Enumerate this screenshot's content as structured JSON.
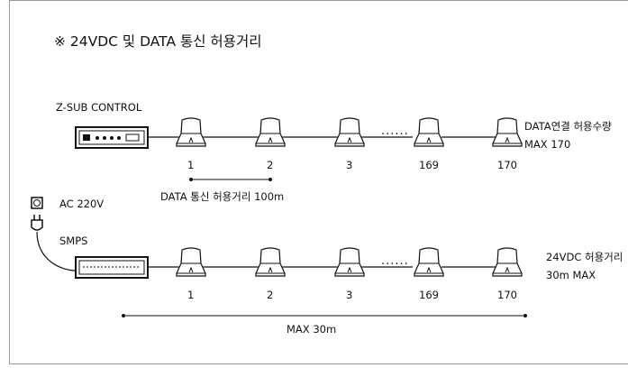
{
  "title": "※ 24VDC 및 DATA 통신 허용거리",
  "top_row": {
    "controller_label": "Z-SUB CONTROL",
    "units": [
      "1",
      "2",
      "3",
      "169",
      "170"
    ],
    "ellipsis": "······",
    "right_label_1": "DATA연결 허용수량",
    "right_label_2": "MAX 170",
    "span_label": "DATA 통신 허용거리 100m"
  },
  "power": {
    "ac_label": "AC 220V",
    "smps_label": "SMPS"
  },
  "bottom_row": {
    "units": [
      "1",
      "2",
      "3",
      "169",
      "170"
    ],
    "ellipsis": "······",
    "right_label_1": "24VDC 허용거리",
    "right_label_2": "30m MAX",
    "span_label": "MAX 30m"
  },
  "colors": {
    "line": "#111111",
    "frame": "#9a9a9a"
  }
}
